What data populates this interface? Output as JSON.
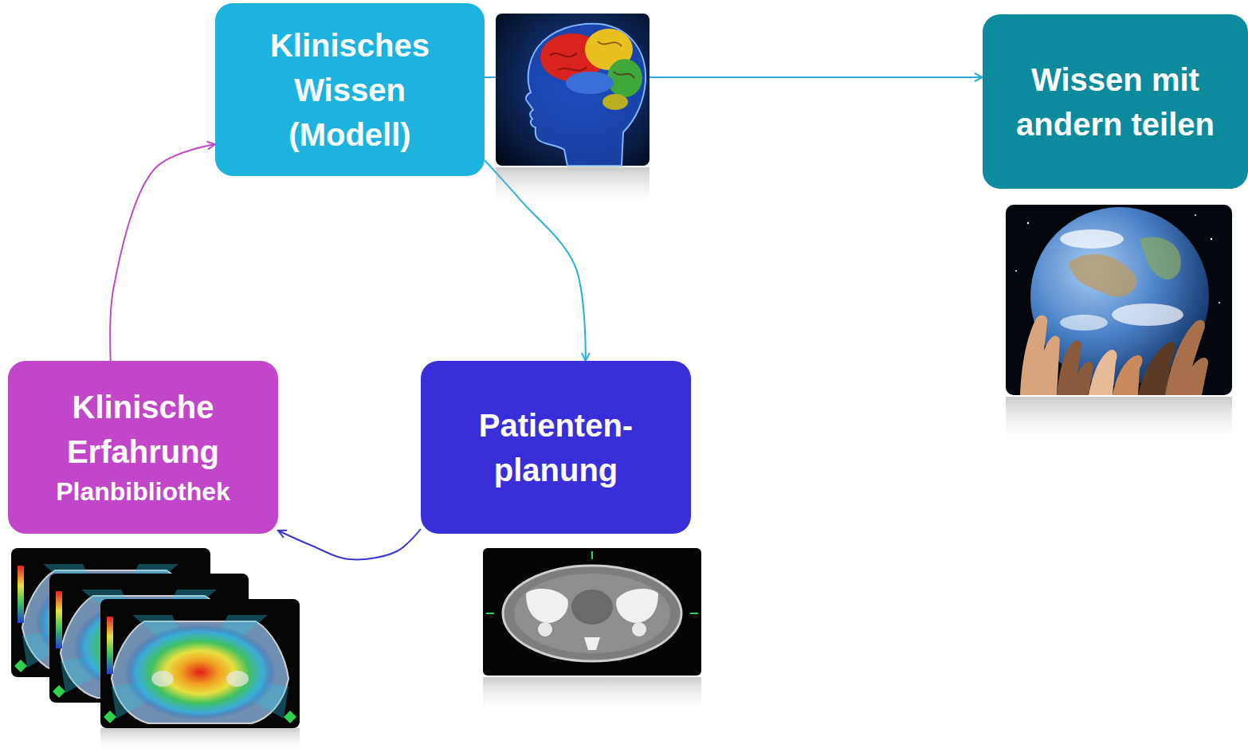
{
  "diagram": {
    "nodes": [
      {
        "text": [
          "Klinisches Wissen (Modell)"
        ]
      },
      {
        "text": [
          "Wissen mit andern teilen"
        ]
      },
      {
        "text": [
          "Klinische Erfahrung",
          "Planbibliothek"
        ]
      },
      {
        "text": [
          "Patienten- planung"
        ]
      }
    ],
    "edges": [
      {
        "from": 0,
        "to": 1,
        "arrow": "to"
      },
      {
        "from": 0,
        "to": 3,
        "arrow": "to"
      },
      {
        "from": 3,
        "to": 2,
        "arrow": "to"
      },
      {
        "from": 2,
        "to": 0,
        "arrow": "to"
      }
    ]
  }
}
